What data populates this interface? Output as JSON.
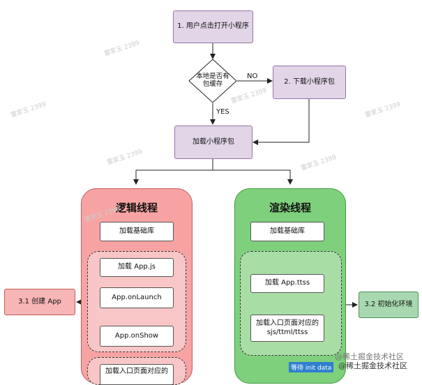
{
  "nodes": {
    "start": "1. 用户点击打开小程序",
    "decision": "本地是否有\n包缓存",
    "download": "2. 下载小程序包",
    "load_pkg": "加载小程序包",
    "logic_base": "加载基础库",
    "load_app_js": "加载 App.js",
    "on_launch": "App.onLaunch",
    "on_show": "App.onShow",
    "logic_entry": "加载入口页面对应的",
    "create_app": "3.1 创建 App",
    "render_base": "加载基础库",
    "load_app_ttss": "加载 App.ttss",
    "render_entry": "加载入口页面对应的\nsjs/ttml/ttss",
    "init_env": "3.2 初始化环境",
    "wait_init": "等待 init data"
  },
  "edge_labels": {
    "no": "NO",
    "yes": "YES"
  },
  "panels": {
    "logic_title": "逻辑线程",
    "render_title": "渲染线程"
  },
  "watermark": "@稀土掘金技术社区",
  "background_marks": "雷家玉 2399"
}
